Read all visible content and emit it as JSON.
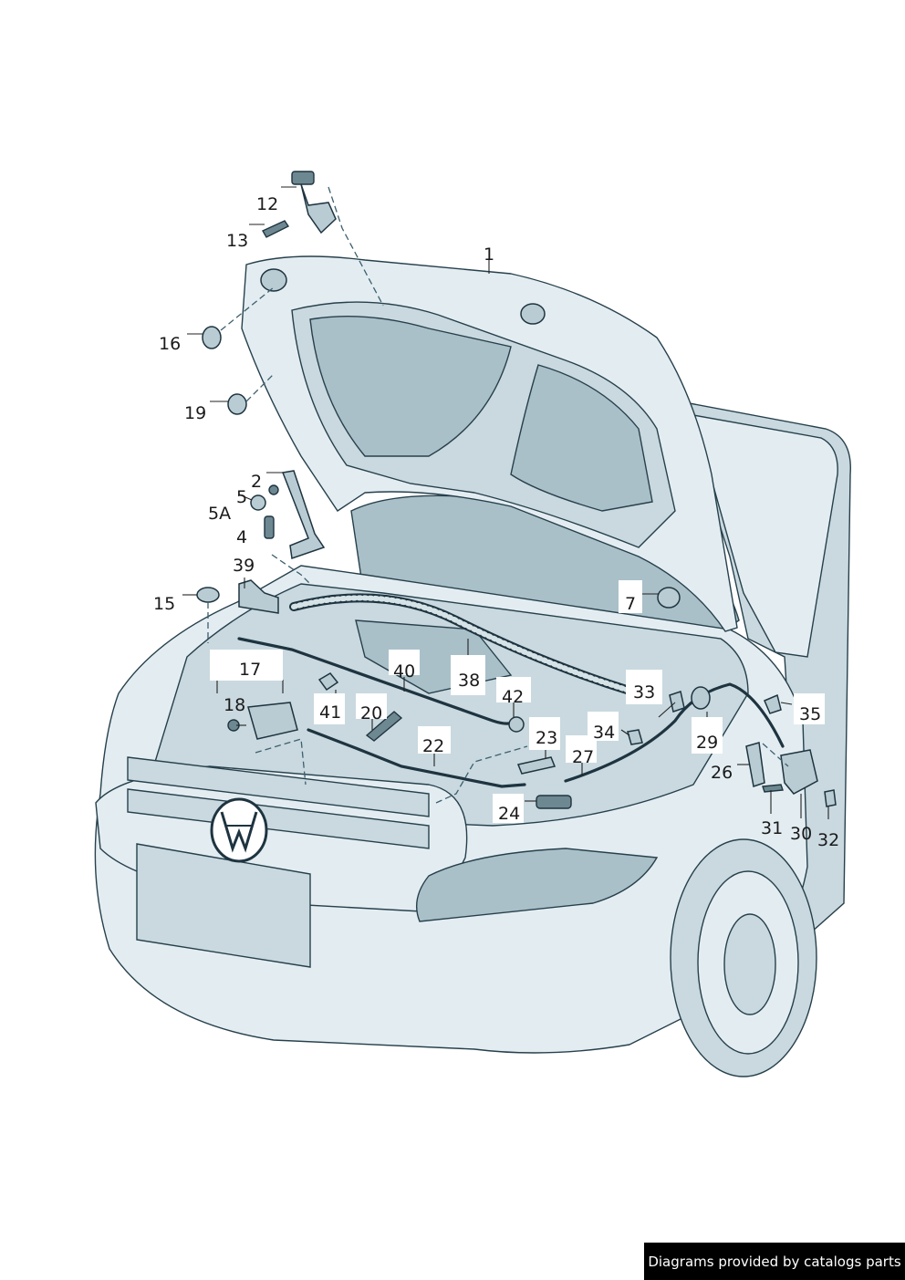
{
  "callouts": {
    "c1": "1",
    "c2": "2",
    "c4": "4",
    "c5": "5",
    "c5a": "5A",
    "c7": "7",
    "c12": "12",
    "c13": "13",
    "c15": "15",
    "c16": "16",
    "c17": "17",
    "c18": "18",
    "c19": "19",
    "c20": "20",
    "c22": "22",
    "c23": "23",
    "c24": "24",
    "c26": "26",
    "c27": "27",
    "c29": "29",
    "c30": "30",
    "c31": "31",
    "c32": "32",
    "c33": "33",
    "c34": "34",
    "c35": "35",
    "c38": "38",
    "c39": "39",
    "c40": "40",
    "c41": "41",
    "c42": "42"
  },
  "footer": {
    "text": "Diagrams provided by catalogs parts"
  },
  "colors": {
    "background": "#ffffff",
    "body_fill": "#e3edf1",
    "body_shade": "#c9d9df",
    "outline": "#27404c",
    "footer_bg": "#000000",
    "footer_text": "#ffffff"
  }
}
